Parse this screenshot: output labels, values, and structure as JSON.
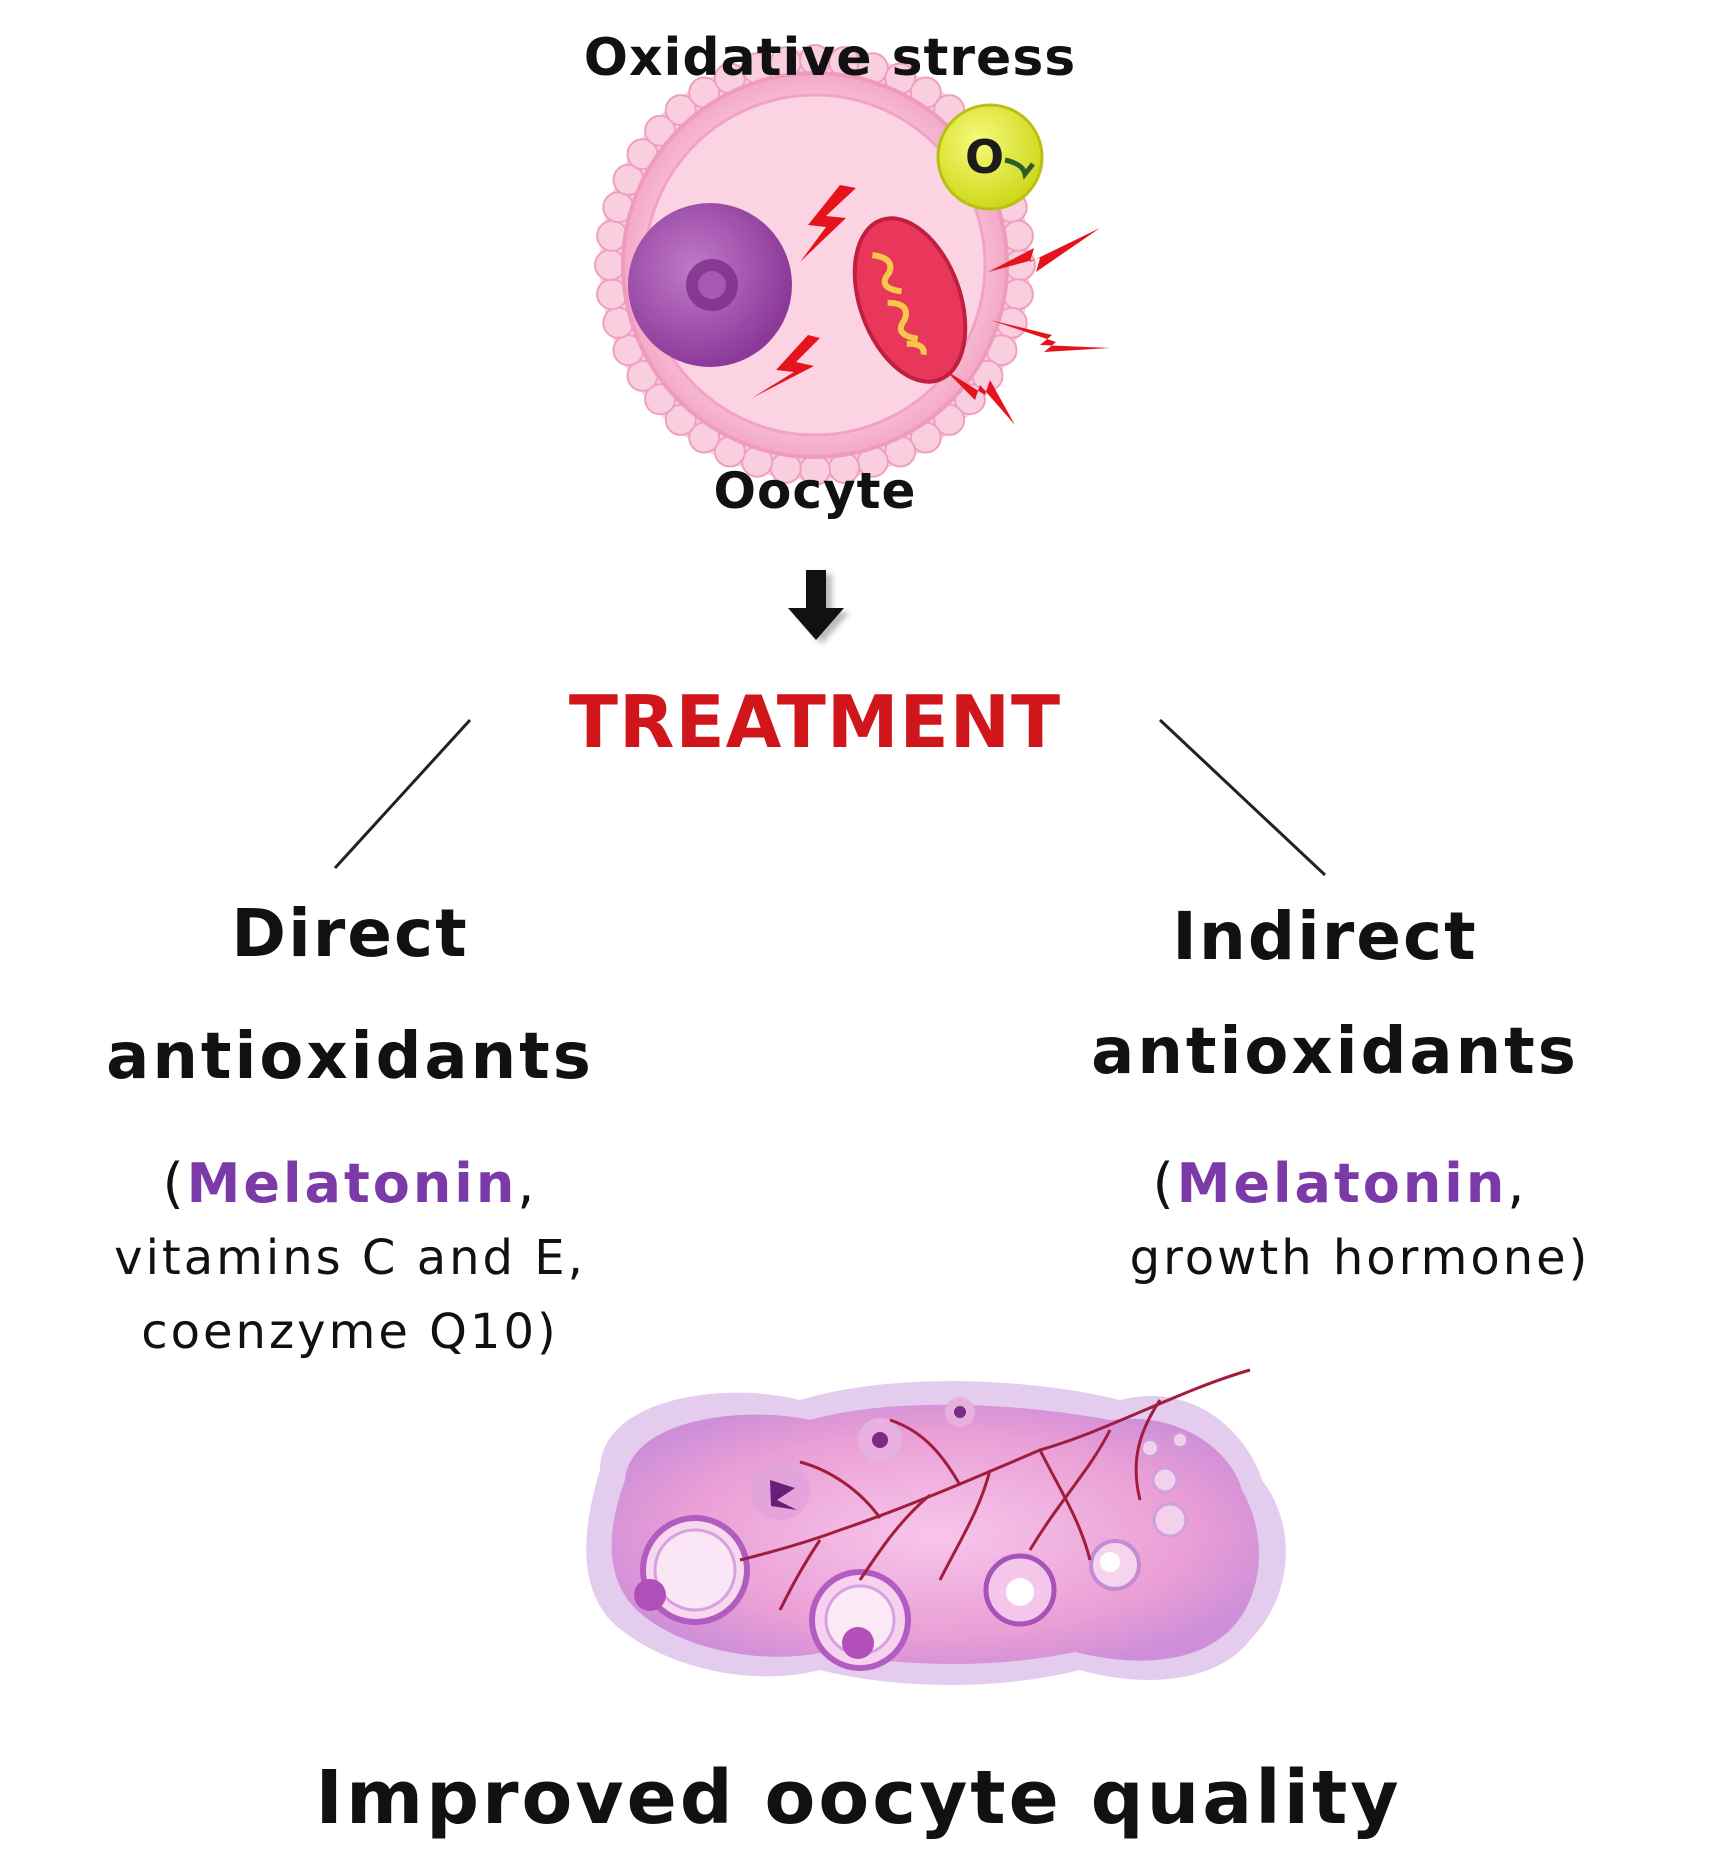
{
  "title": "Oxidative stress",
  "oocyte_label": "Oocyte",
  "o2_label": "O",
  "treatment": "TREATMENT",
  "left": {
    "line1": "Direct",
    "line2": "antioxidants",
    "paren_open": "(",
    "melatonin": "Melatonin",
    "comma": ",",
    "line4": "vitamins C and E,",
    "line5": "coenzyme Q10)"
  },
  "right": {
    "line1": "Indirect",
    "line2": "antioxidants",
    "paren_open": "(",
    "melatonin": "Melatonin",
    "comma": ",",
    "line4": "growth hormone)"
  },
  "result": "Improved oocyte quality",
  "colors": {
    "treatment": "#d0161b",
    "melatonin": "#7b3aa8",
    "text": "#111111",
    "oocyte_pink": "#f7b4cf",
    "nucleus": "#9b4aa6",
    "mitochondrion": "#e23a5a",
    "o2_badge": "#e8ef2a",
    "lightning": "#e5141c"
  },
  "icons": [
    "oocyte-icon",
    "o2-badge-icon",
    "lightning-icon",
    "down-arrow-icon",
    "ovary-icon"
  ]
}
